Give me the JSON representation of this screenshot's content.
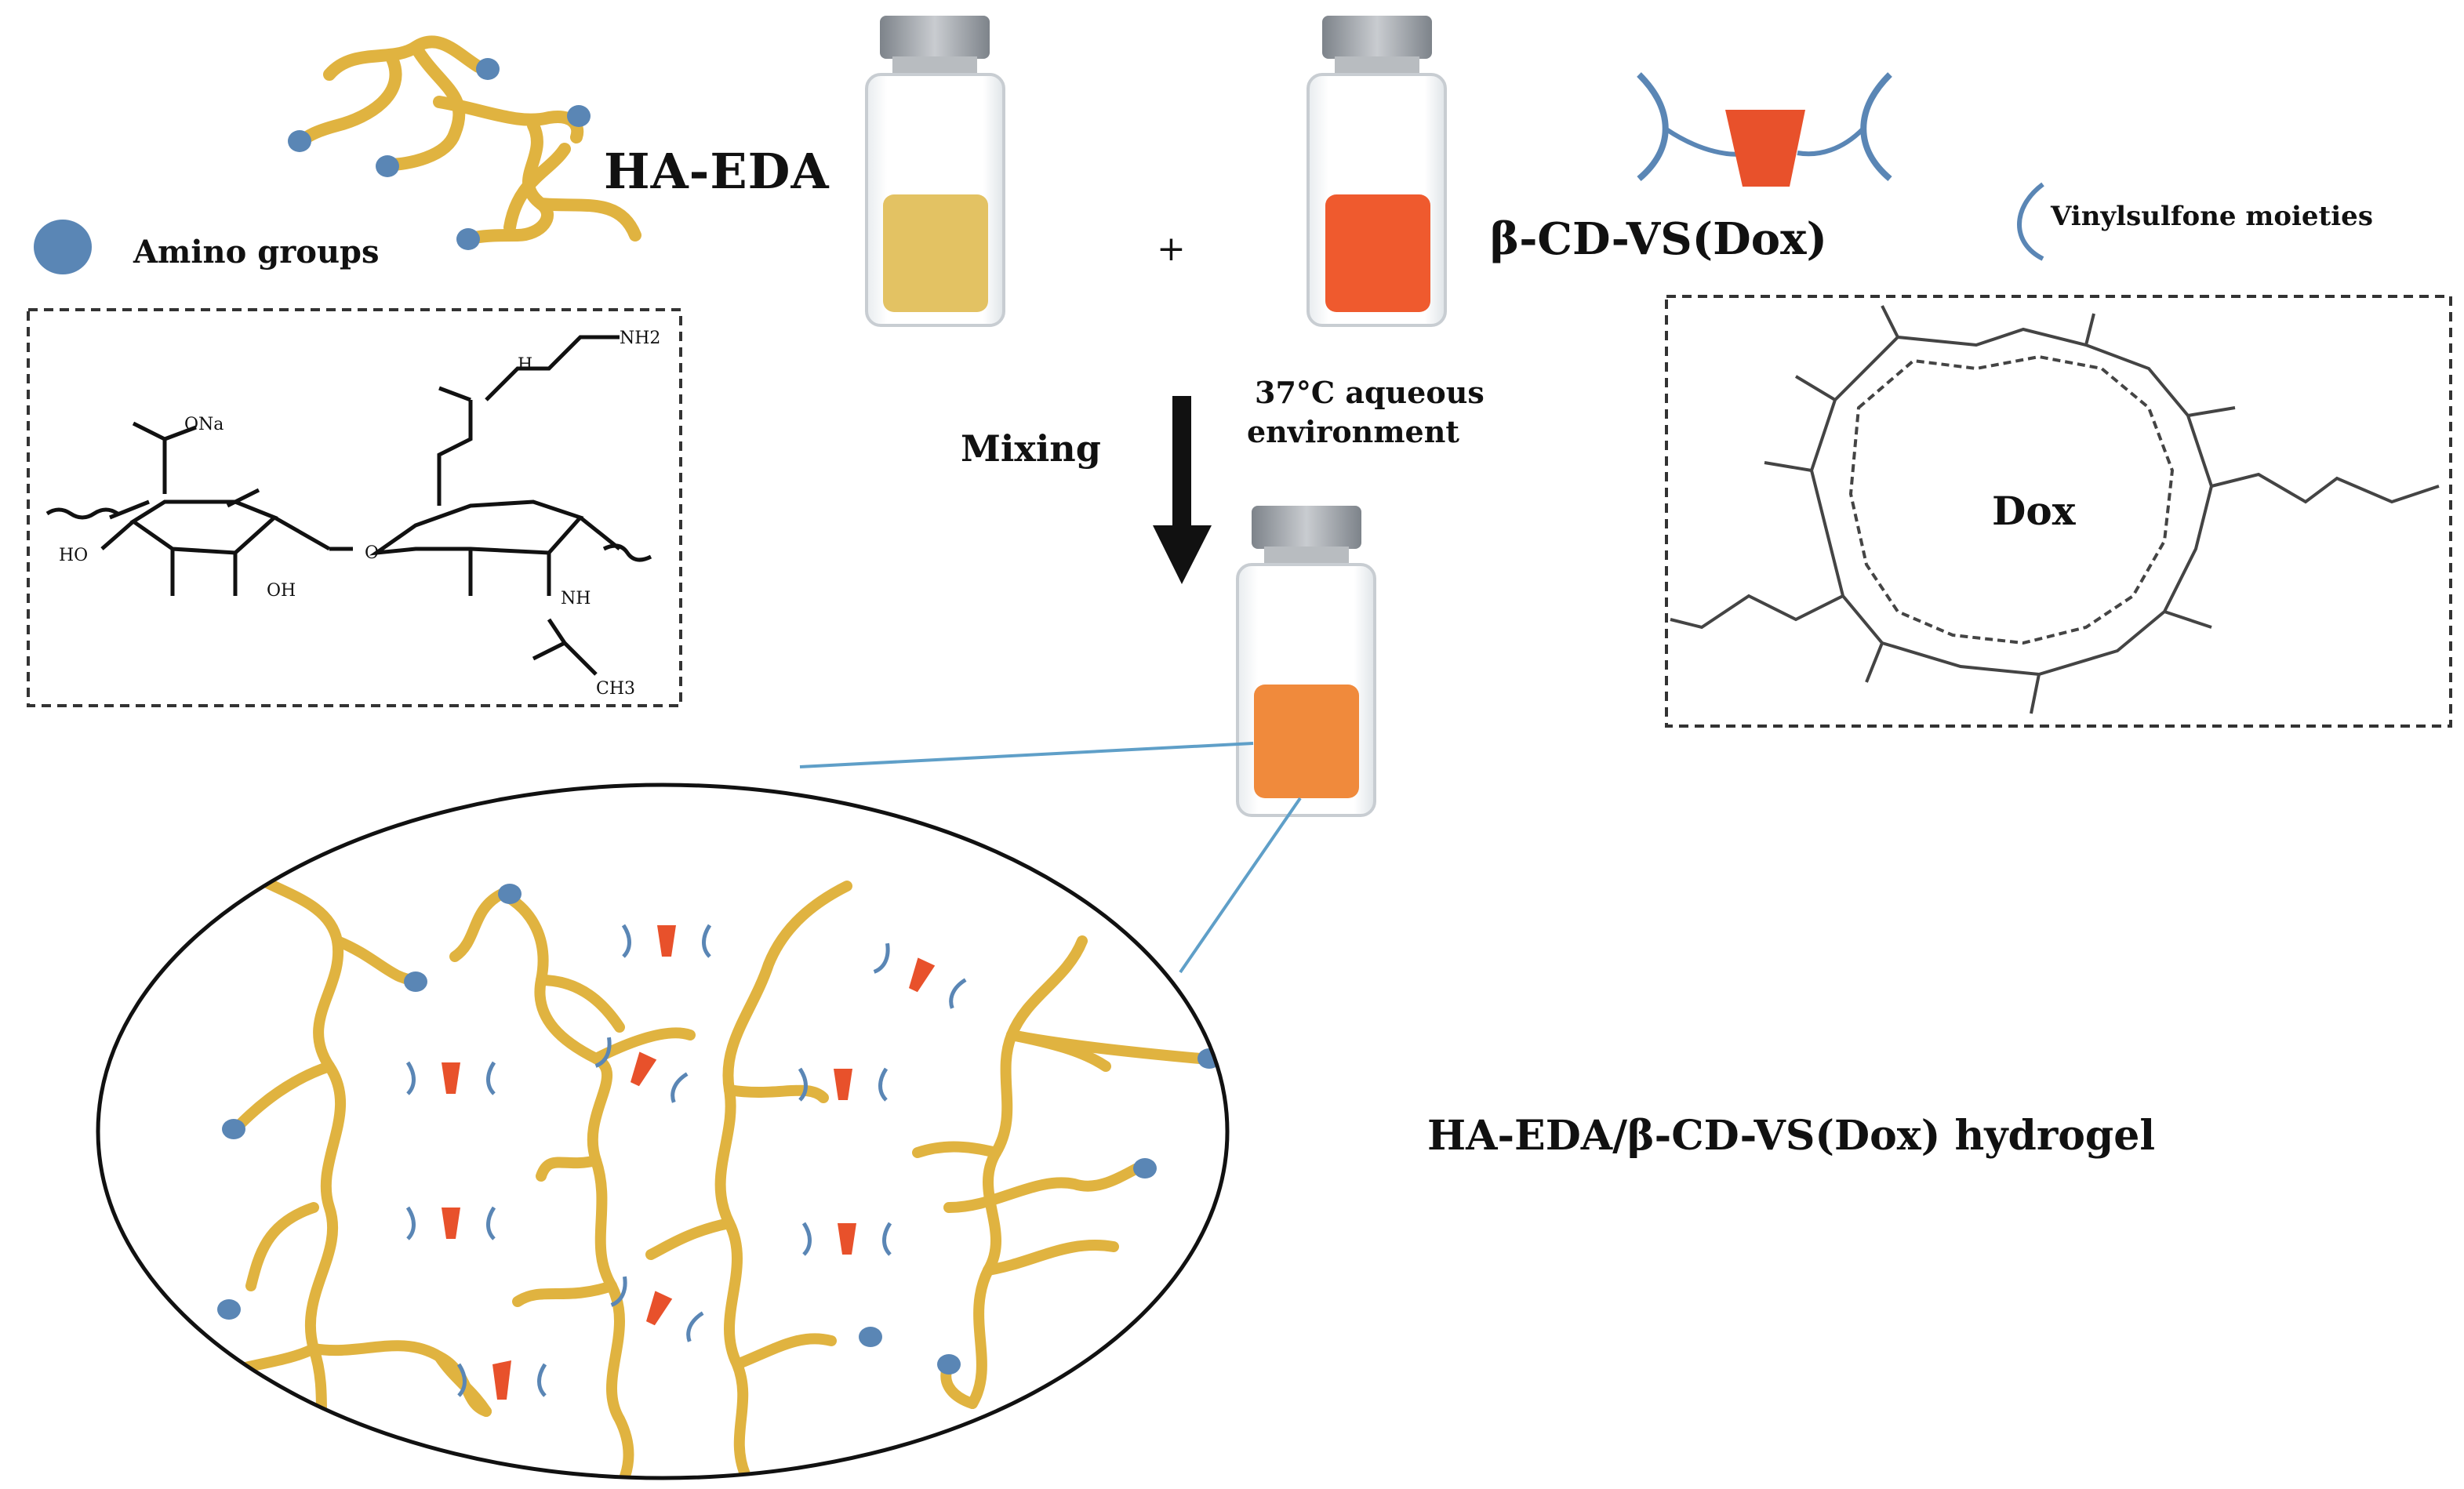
{
  "labels": {
    "ha_eda": "HA-EDA",
    "amino_groups": "Amino groups",
    "plus": "+",
    "cd_vs_dox": "β-CD-VS(Dox)",
    "vinylsulfone": "Vinylsulfone moieties",
    "condition_line1": "37°C aqueous",
    "condition_line2": "environment",
    "mixing": "Mixing",
    "hydrogel": "HA-EDA/β-CD-VS(Dox) hydrogel",
    "dox": "Dox"
  },
  "ha_structure_labels": [
    "ONa",
    "NH2",
    "H",
    "O",
    "HO",
    "OH",
    "NH",
    "CH3"
  ],
  "colors": {
    "polymer": "#e0b340",
    "amino": "#5a86b5",
    "dox": "#e8512b",
    "vial_yellow": "#e3c263",
    "vial_red": "#ef5a2e",
    "vial_orange": "#f08a3c",
    "cap": "#9aa0a6",
    "line": "#5f9fc8"
  }
}
